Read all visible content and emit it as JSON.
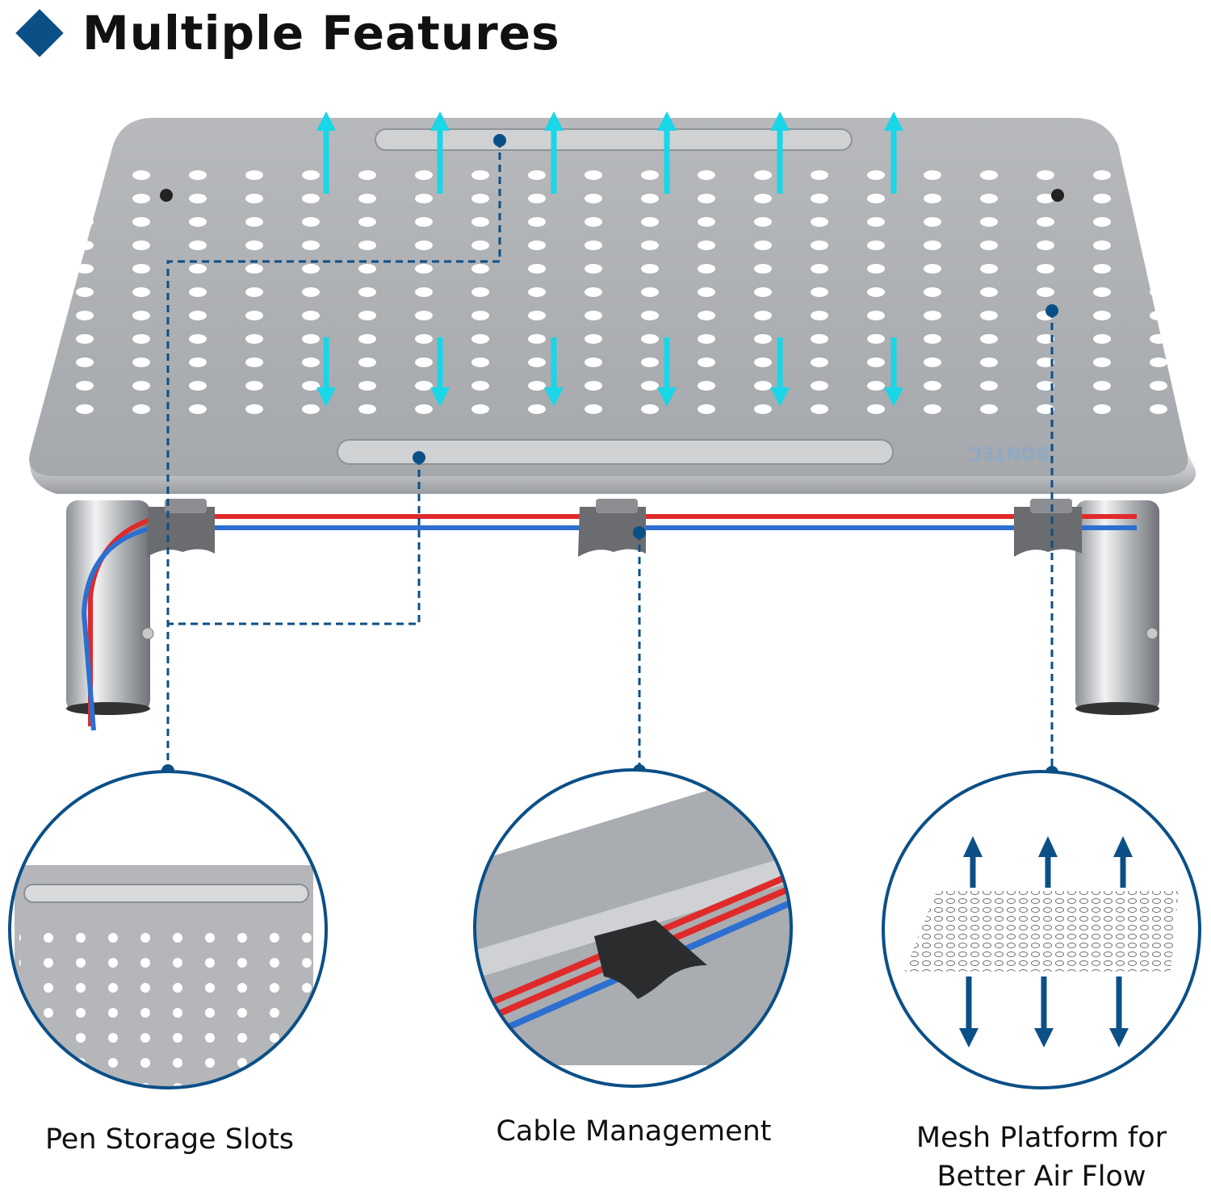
{
  "heading": {
    "title": "Multiple Features",
    "bullet_icon": "diamond-icon",
    "bullet_color": "#0b4f87"
  },
  "product": {
    "brand_text": "BONTEC",
    "cable_colors": [
      "#e02a2a",
      "#2d6fd1"
    ],
    "airflow_arrow_color": "#19d6e8"
  },
  "features": [
    {
      "label": "Pen Storage Slots",
      "icon": "pen-slot-detail"
    },
    {
      "label": "Cable Management",
      "icon": "cable-clip-detail"
    },
    {
      "label": "Mesh Platform for Better Air Flow",
      "label_lines": [
        "Mesh Platform for",
        "Better Air Flow"
      ],
      "icon": "mesh-airflow-detail"
    }
  ],
  "callout_color": "#0b4f87"
}
